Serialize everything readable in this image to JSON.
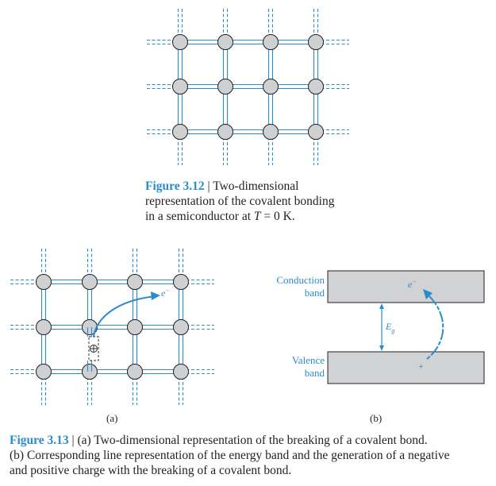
{
  "fig312": {
    "label": "Figure 3.12",
    "sep": " | ",
    "line1": "Two-dimensional",
    "line2": "representation of the covalent bonding",
    "line3_pre": "in a semiconductor at ",
    "line3_T": "T",
    "line3_post": " = 0 K."
  },
  "fig313": {
    "label": "Figure 3.13",
    "sep": " | ",
    "line1": "(a) Two-dimensional representation of the breaking of a covalent bond.",
    "line2": "(b) Corresponding line representation of the energy band and the generation of a negative",
    "line3": "and positive charge with the breaking of a covalent bond."
  },
  "panel_a": {
    "label": "(a)",
    "electron_label": "e",
    "electron_sup": "−",
    "hole_label": "+"
  },
  "panel_b": {
    "label": "(b)",
    "conduction_1": "Conduction",
    "conduction_2": "band",
    "valence_1": "Valence",
    "valence_2": "band",
    "gap_label": "E",
    "gap_sub": "g",
    "electron_label": "e",
    "electron_sup": "−",
    "hole_label": "+"
  },
  "colors": {
    "accent": "#2a8ccb",
    "atom_fill": "#cfd0d2",
    "band_fill": "#d1d2d4",
    "text": "#231f20"
  }
}
